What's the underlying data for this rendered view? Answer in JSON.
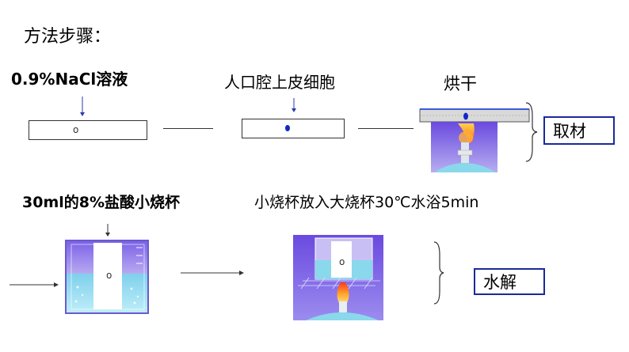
{
  "title": "方法步骤：",
  "row1": {
    "nacl_label": "0.9%NaCl溶液",
    "cells_label": "人口腔上皮细胞",
    "dry_label": "烘干",
    "slide1_mark": "o",
    "result_box": "取材"
  },
  "row2": {
    "hcl_label": "30ml的8%盐酸小烧杯",
    "bath_label": "小烧杯放入大烧杯30℃水浴5min",
    "small_beaker_mark": "o",
    "bath_mark": "o",
    "result_box": "水解"
  },
  "colors": {
    "box_border": "#1a2a9a",
    "cell_dot": "#1028c8",
    "beaker_purple": "#6a5acd",
    "water": "#8ad8ec",
    "flame": "#ff8a1a"
  }
}
